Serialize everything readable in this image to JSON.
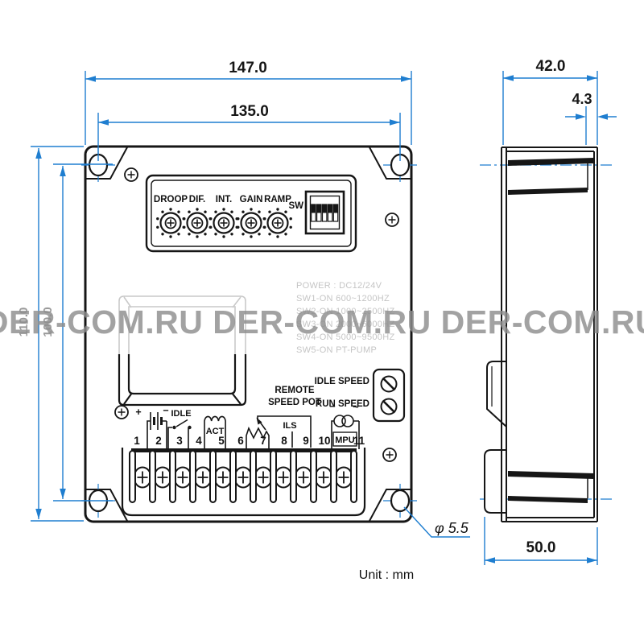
{
  "watermark": "DER-COM.RU DER-COM.RU DER-COM.RU",
  "unit_label": "Unit : mm",
  "dimensions": {
    "width_outer": "147.0",
    "mount_hole_spacing_x": "135.0",
    "height_outer": "110.0",
    "mount_hole_spacing_y": "100.0",
    "depth": "42.0",
    "panel_thickness": "4.3",
    "depth_with_terminals": "50.0",
    "hole_diameter": "φ 5.5"
  },
  "front_panel": {
    "pot_labels": [
      "DROOP",
      "DIF.",
      "INT.",
      "GAIN",
      "RAMP"
    ],
    "dip_label": "SW",
    "spec_lines": [
      "POWER : DC12/24V",
      "SW1-ON  600~1200HZ",
      "SW2-ON  1000~2500HZ",
      "SW3-ON  2000~6000HZ",
      "SW4-ON  5000~9500HZ",
      "SW5-ON  PT-PUMP"
    ],
    "trimmers": {
      "idle": "IDLE SPEED",
      "run": "RUN SPEED"
    },
    "remote_pot": [
      "REMOTE",
      "SPEED POT"
    ]
  },
  "terminals": {
    "numbers": [
      "1",
      "2",
      "3",
      "4",
      "5",
      "6",
      "7",
      "8",
      "9",
      "10",
      "11"
    ],
    "wiring": {
      "battery_plus": "+",
      "battery_minus": "−",
      "idle_switch": "IDLE",
      "actuator": "ACT",
      "ils": "ILS",
      "mpu": "MPU",
      "mpu_minus": "−",
      "mpu_ac": "~"
    }
  },
  "colors": {
    "dimension_blue": "#1f7ed0",
    "line_black": "#161616",
    "faint_spec_text": "#c5c5c5",
    "watermark_gray": "#8e8e8e"
  }
}
